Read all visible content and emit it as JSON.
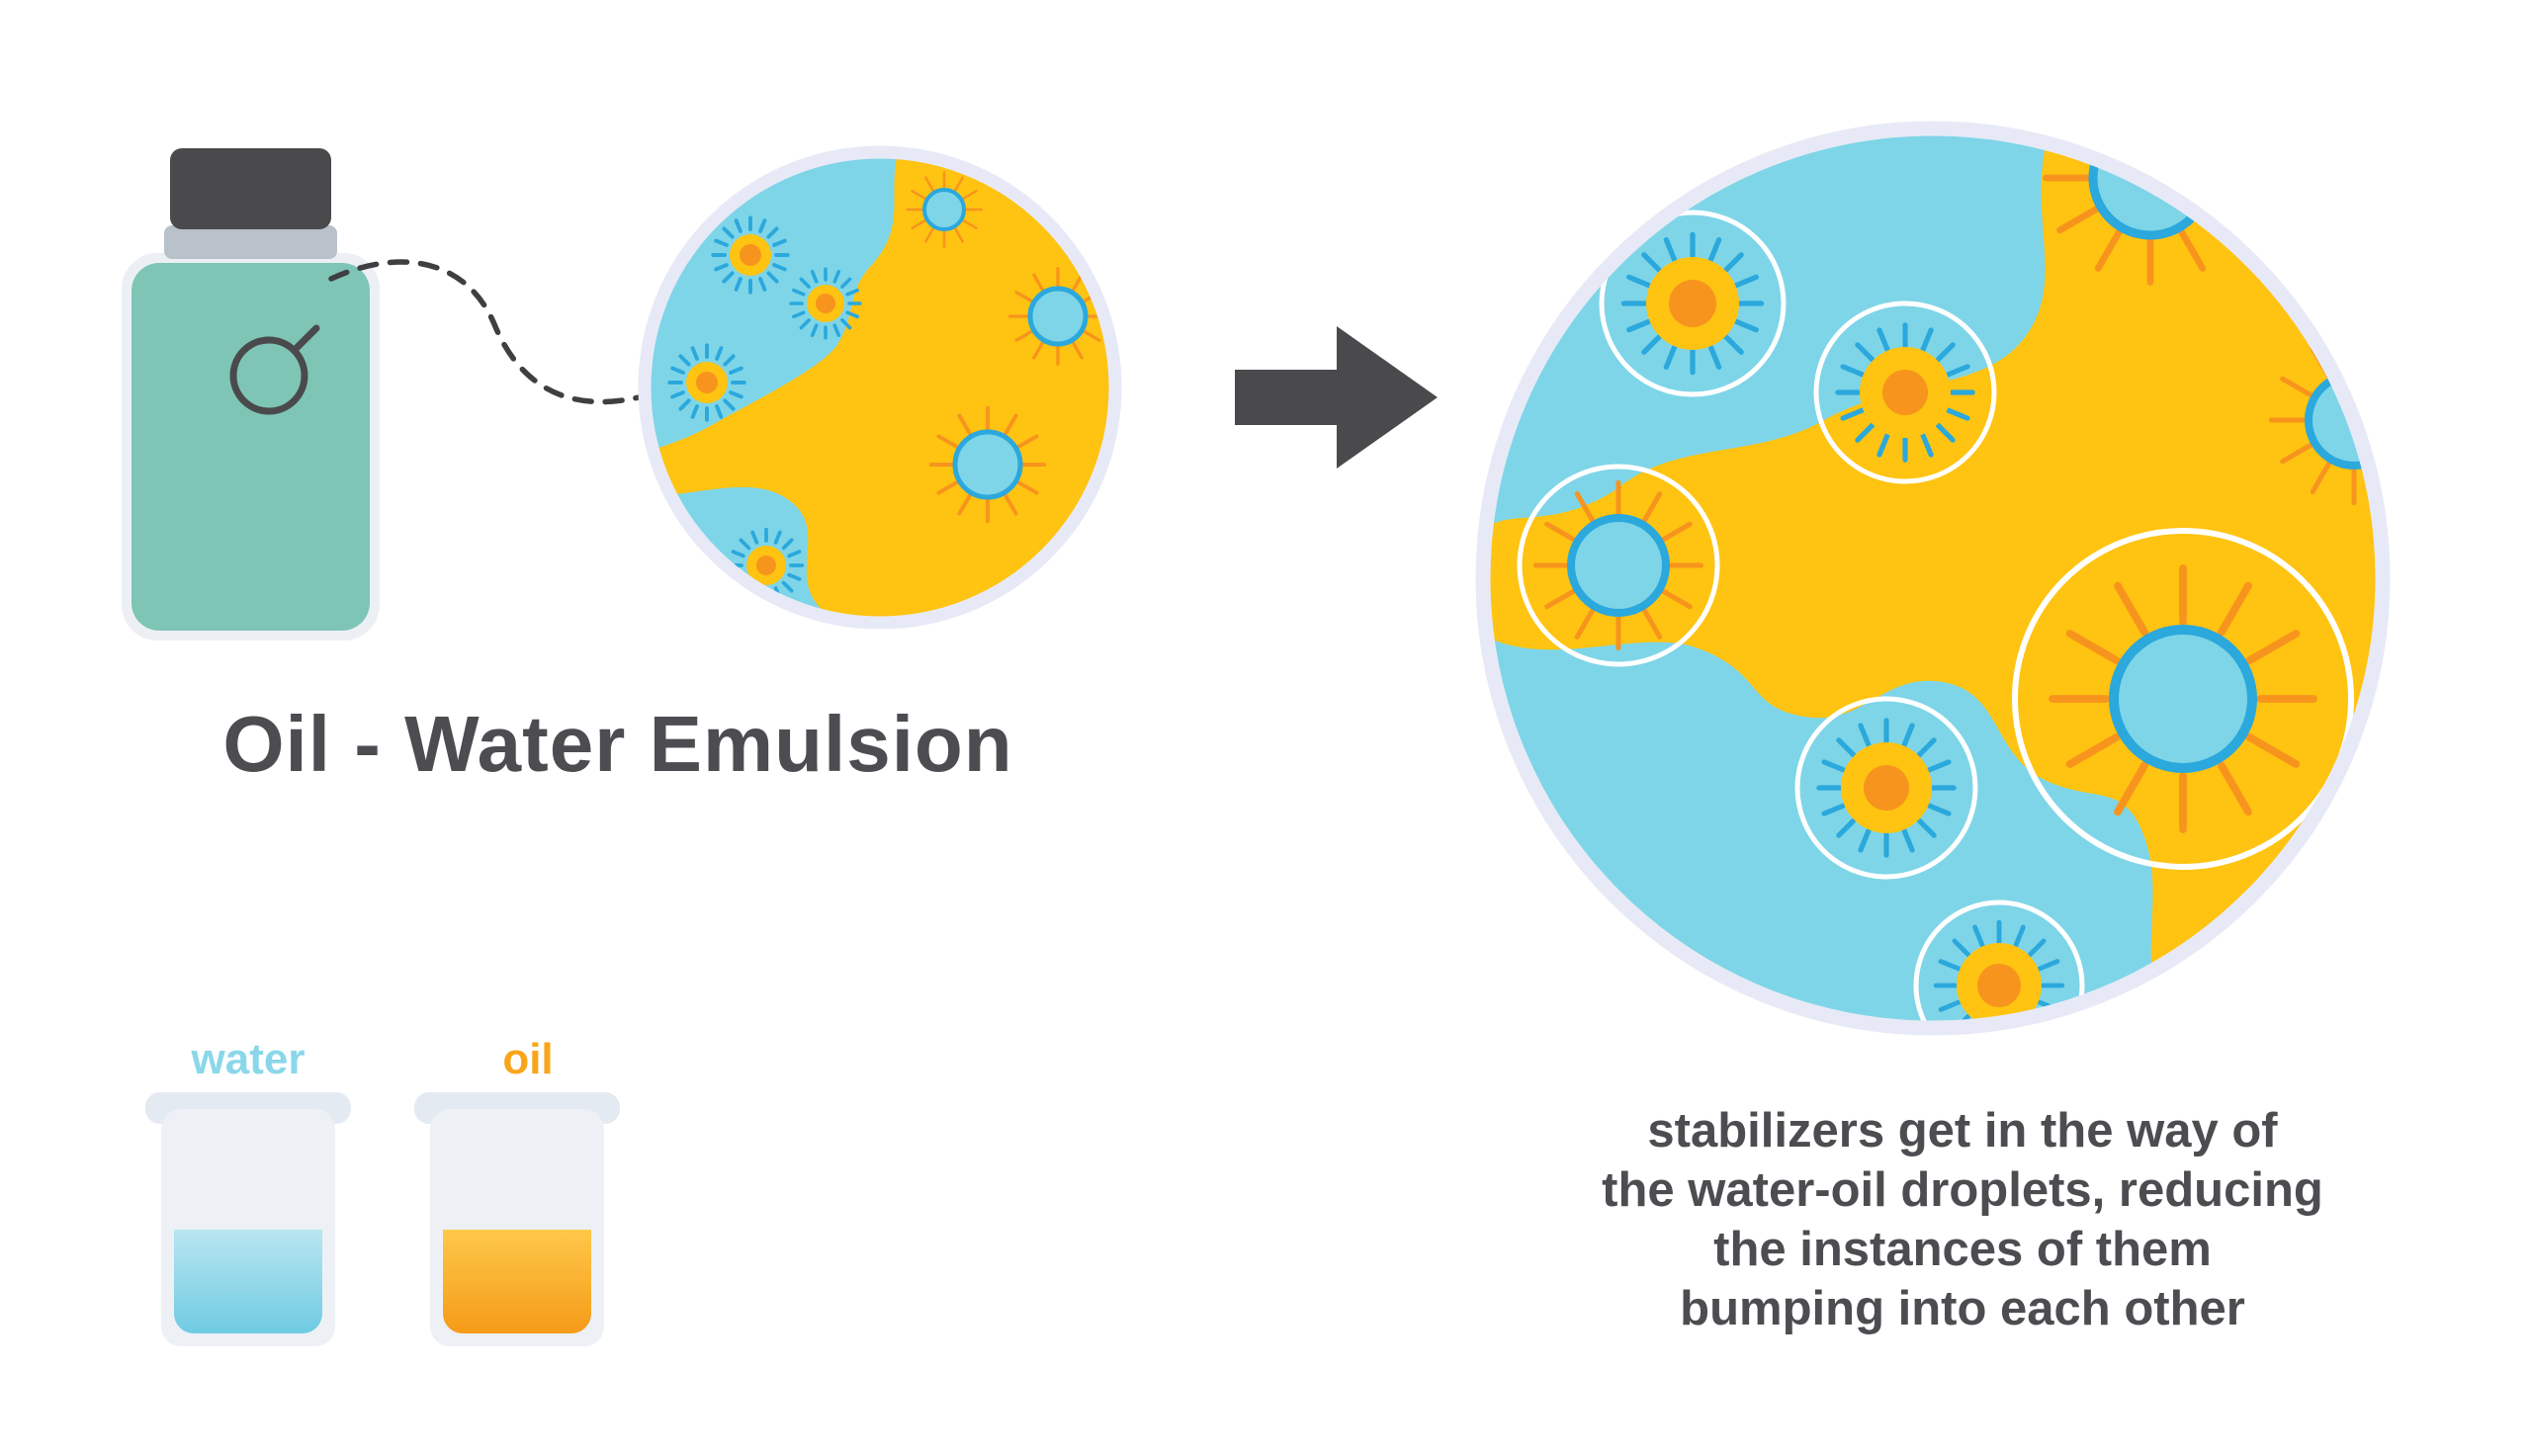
{
  "title": "Oil - Water Emulsion",
  "beakers": {
    "water_label": "water",
    "oil_label": "oil"
  },
  "caption": {
    "lines": [
      "stabilizers get in the way of",
      "the water-oil droplets, reducing",
      "the instances of them",
      "bumping into each other"
    ]
  },
  "colors": {
    "water_blue": "#7ED5E8",
    "oil_yellow": "#FFC311",
    "orange": "#F7941D",
    "deep_blue": "#2BA8DC",
    "teal": "#7EC5B6",
    "dark": "#4A4A4C",
    "text_dark": "#4D4D51",
    "rim": "#E7EAF6",
    "glass": "#EDF1F6",
    "label_water": "#8AD7EA",
    "label_oil": "#F9A51B"
  }
}
